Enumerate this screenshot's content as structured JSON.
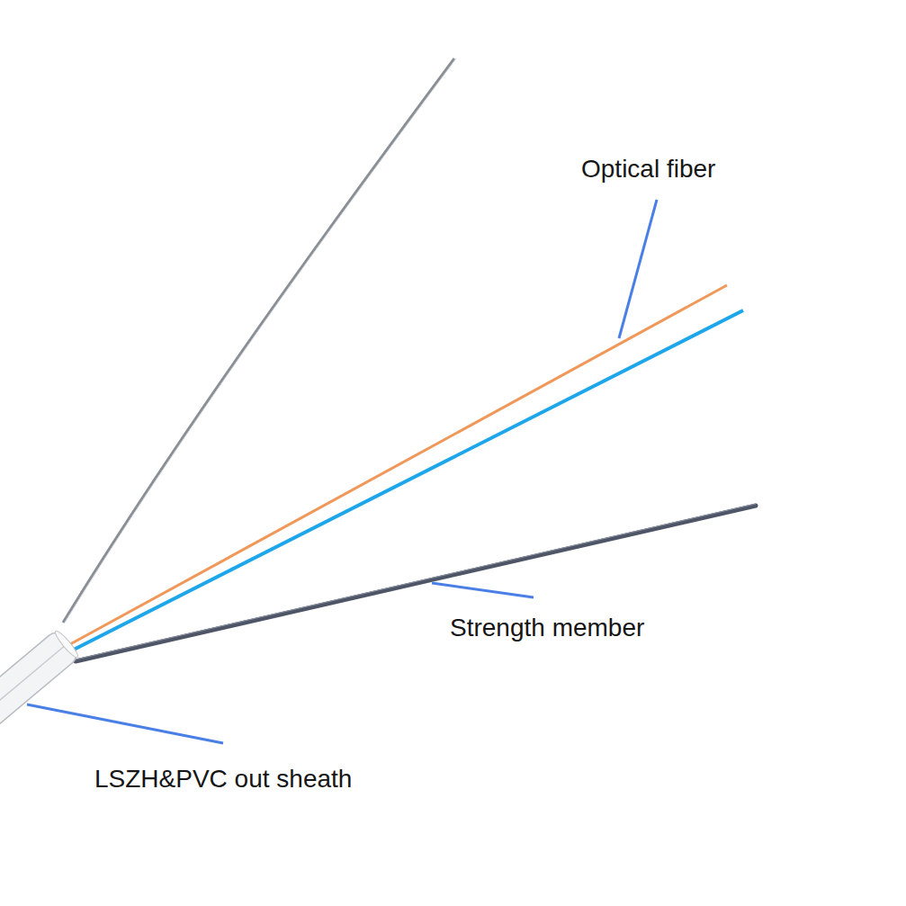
{
  "diagram": {
    "labels": [
      "Optical fiber",
      "Strength member",
      "LSZH&PVC out sheath"
    ]
  }
}
